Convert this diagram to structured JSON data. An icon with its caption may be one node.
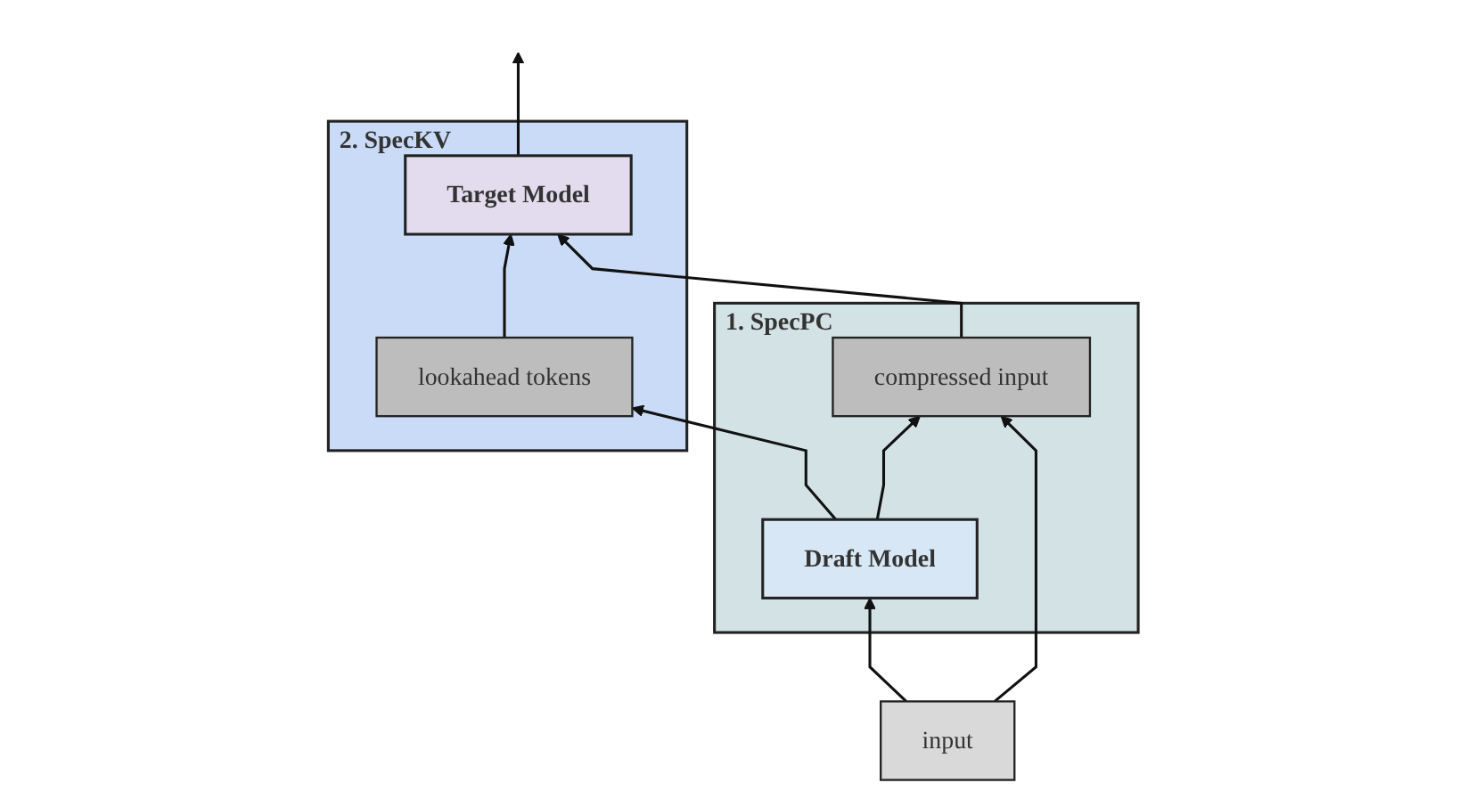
{
  "diagram": {
    "nodes": [
      {
        "text": [
          "2. SpecKV"
        ]
      },
      {
        "text": [
          "lookahead tokens"
        ],
        "in": 0
      },
      {
        "text": [
          "Target Model"
        ],
        "in": 0
      },
      {
        "text": [
          "1. SpecPC"
        ]
      },
      {
        "text": [
          "Draft Model"
        ],
        "in": 3
      },
      {
        "text": [
          "compressed input"
        ],
        "in": 3
      },
      {
        "text": [
          "input"
        ]
      }
    ],
    "edges": [
      {
        "from": 1,
        "to": 2,
        "arrow": "to"
      },
      {
        "from": 4,
        "to": 1,
        "arrow": "to"
      },
      {
        "from": 4,
        "to": 5,
        "arrow": "to"
      },
      {
        "from": 5,
        "to": 2,
        "arrow": "to"
      },
      {
        "from": 6,
        "to": 4,
        "arrow": "to"
      },
      {
        "from": 6,
        "to": 5,
        "arrow": "to"
      },
      {
        "from": 2,
        "to": null,
        "arrow": "to"
      }
    ]
  }
}
